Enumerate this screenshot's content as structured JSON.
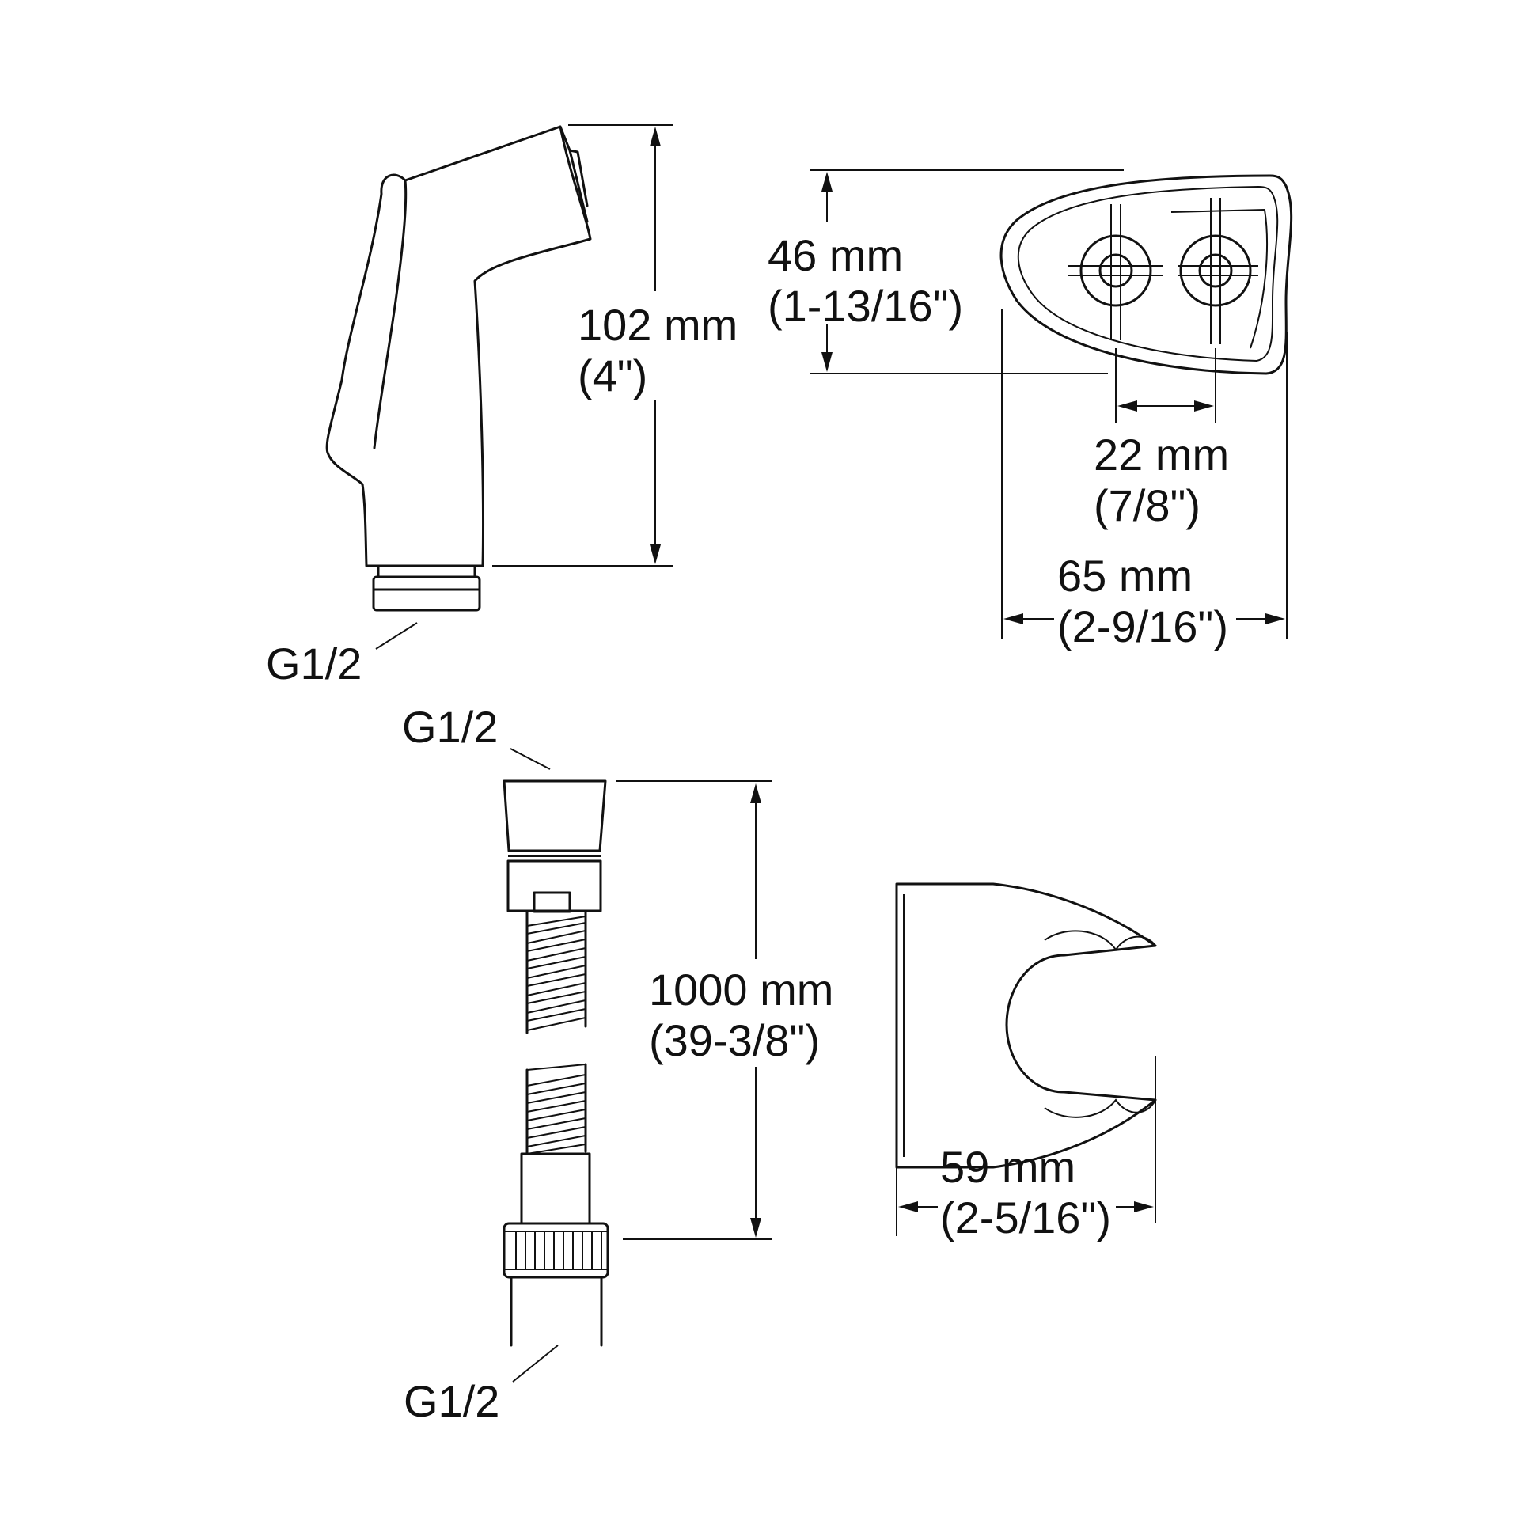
{
  "colors": {
    "line": "#111111",
    "background": "#ffffff"
  },
  "handspray": {
    "height_mm": "102 mm",
    "height_in": "(4\")",
    "connection": "G1/2"
  },
  "bracket_front": {
    "height_mm": "46 mm",
    "height_in": "(1-13/16\")",
    "hole_spacing_mm": "22 mm",
    "hole_spacing_in": "(7/8\")",
    "width_mm": "65 mm",
    "width_in": "(2-9/16\")"
  },
  "hose": {
    "top_connection": "G1/2",
    "length_mm": "1000 mm",
    "length_in": "(39-3/8\")",
    "bottom_connection": "G1/2"
  },
  "holder": {
    "width_mm": "59 mm",
    "width_in": "(2-5/16\")"
  }
}
